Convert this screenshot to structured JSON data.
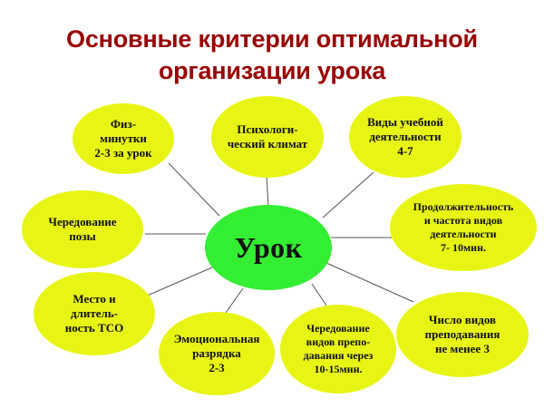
{
  "title": {
    "line1": "Основные критерии оптимальной",
    "line2": "организации урока"
  },
  "colors": {
    "title": "#990000",
    "center_fill": "#33ee33",
    "node_fill": "#e8f514",
    "connector": "#555555"
  },
  "center": {
    "label": "Урок"
  },
  "nodes": [
    {
      "id": "fizminutki",
      "label": "Физ-\nминутки\n2-3 за урок"
    },
    {
      "id": "psych-climate",
      "label": "Психологи-\nческий климат"
    },
    {
      "id": "activity-types",
      "label": "Виды учебной\nдеятельности\n4-7"
    },
    {
      "id": "activity-duration",
      "label": "Продолжительность\nи частота видов\nдеятельности\n7- 10мин."
    },
    {
      "id": "posture-change",
      "label": "Чередование\nпозы"
    },
    {
      "id": "tso",
      "label": "Место и\nдлитель-\nность ТСО"
    },
    {
      "id": "emotional-release",
      "label": "Эмоциональная\nразрядка\n2-3"
    },
    {
      "id": "teaching-alternation",
      "label": "Чередование\nвидов препо-\nдавания через\n10-15мин."
    },
    {
      "id": "teaching-types-count",
      "label": "Число видов\nпреподавания\nне менее 3"
    }
  ]
}
